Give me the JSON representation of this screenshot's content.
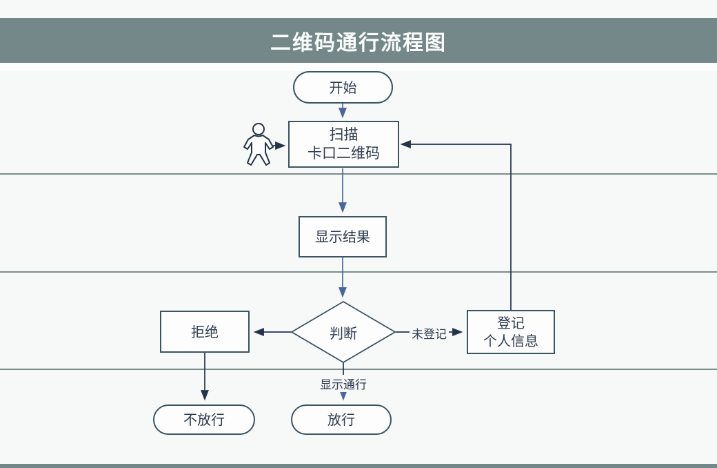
{
  "header": {
    "title": "二维码通行流程图"
  },
  "flowchart": {
    "nodes": {
      "start": {
        "label": "开始",
        "type": "terminator"
      },
      "scan": {
        "lines": [
          "扫描",
          "卡口二维码"
        ],
        "type": "process"
      },
      "display_result": {
        "label": "显示结果",
        "type": "process"
      },
      "decision": {
        "label": "判断",
        "type": "decision"
      },
      "reject": {
        "label": "拒绝",
        "type": "process"
      },
      "register": {
        "lines": [
          "登记",
          "个人信息"
        ],
        "type": "process"
      },
      "no_pass": {
        "label": "不放行",
        "type": "terminator"
      },
      "pass": {
        "label": "放行",
        "type": "terminator"
      }
    },
    "edge_labels": {
      "unregistered": "未登记",
      "show_pass": "显示通行"
    },
    "icons": {
      "person": "person-icon"
    }
  },
  "colors": {
    "header_bar": "#748789",
    "footer_bar": "#748789",
    "background": "#f7f8f8",
    "shape_stroke": "#3a5460",
    "arrow_blue": "#4a679c",
    "arrow_dark": "#22334a",
    "lane_divider": "#7c8c8b",
    "node_text": "#2e3b4e",
    "title_text": "#fafcfb"
  }
}
